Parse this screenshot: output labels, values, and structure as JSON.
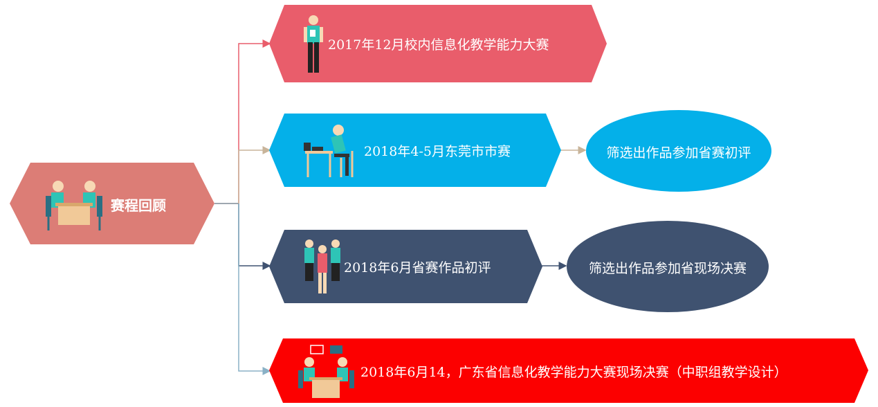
{
  "root": {
    "label": "赛程回顾",
    "color": "#dc7d76"
  },
  "events": [
    {
      "label": "2017年12月校内信息化教学能力大赛",
      "color": "#e95d6b",
      "line_color": "#e95d6b",
      "figure": "standing-person-icon"
    },
    {
      "label": "2018年4-5月东莞市市赛",
      "color": "#04b0e9",
      "line_color": "#c8b49a",
      "figure": "person-at-desk-icon"
    },
    {
      "label": "2018年6月省赛作品初评",
      "color": "#3f5270",
      "line_color": "#3f5270",
      "figure": "group-of-people-icon"
    },
    {
      "label": "2018年6月14，广东省信息化教学能力大赛现场决赛（中职组教学设计）",
      "color": "#fc0000",
      "line_color": "#8ab1c6",
      "figure": "meeting-icon"
    }
  ],
  "outcomes": [
    {
      "label": "筛选出作品参加省赛初评",
      "color": "#04b0e9"
    },
    {
      "label": "筛选出作品参加省现场决赛",
      "color": "#3f5270"
    }
  ]
}
